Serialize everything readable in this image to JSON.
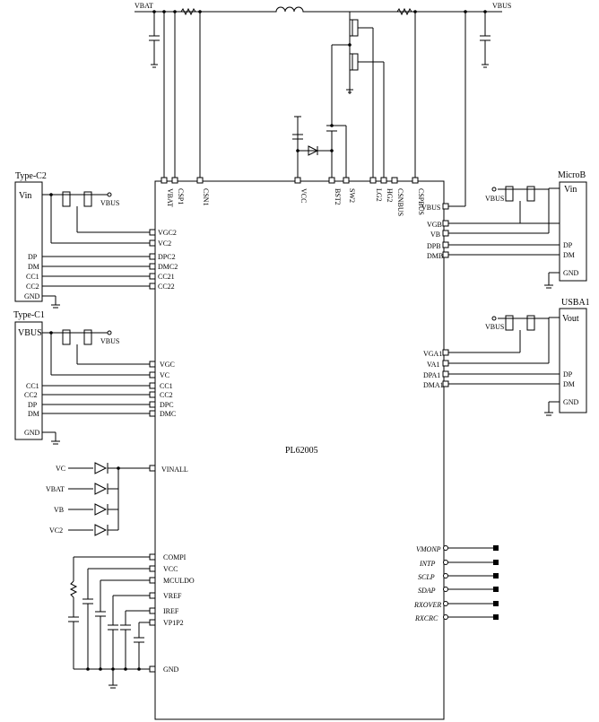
{
  "chip": {
    "name": "PL62005"
  },
  "top_labels": {
    "vbat_left": "VBAT",
    "vbus_right": "VBUS"
  },
  "top_pins": [
    "VBAT",
    "CSP1",
    "CSN1",
    "VCC",
    "BST2",
    "SW2",
    "LG2",
    "HG2",
    "CSNBUS",
    "CSPBUS"
  ],
  "right_pins_microb": [
    "VBUS",
    "VGB",
    "VB",
    "DPB",
    "DMB"
  ],
  "right_pins_usba": [
    "VGA1",
    "VA1",
    "DPA1",
    "DMA1"
  ],
  "right_pins_io": [
    "VMONP",
    "INTP",
    "SCLP",
    "SDAP",
    "RXOVER",
    "RXCRC"
  ],
  "left_pins_c2": [
    "VGC2",
    "VC2",
    "DPC2",
    "DMC2",
    "CC21",
    "CC22"
  ],
  "left_pins_c1": [
    "VGC",
    "VC",
    "CC1",
    "CC2",
    "DPC",
    "DMC"
  ],
  "left_pins_vin": [
    "VINALL"
  ],
  "left_pins_misc": [
    "COMPI",
    "VCC",
    "MCULDO",
    "VREF",
    "IREF",
    "VP1P2",
    "GND"
  ],
  "connectors": {
    "type_c2": {
      "title": "Type-C2",
      "pins": [
        "Vin",
        "DP",
        "DM",
        "CC1",
        "CC2",
        "GND"
      ],
      "switch_label": "VBUS"
    },
    "type_c1": {
      "title": "Type-C1",
      "pins": [
        "VBUS",
        "CC1",
        "CC2",
        "DP",
        "DM",
        "GND"
      ],
      "switch_label": "VBUS"
    },
    "microb": {
      "title": "MicroB",
      "pins": [
        "Vin",
        "DP",
        "DM",
        "GND"
      ],
      "switch_label": "VBUS"
    },
    "usba1": {
      "title": "USBA1",
      "pins": [
        "Vout",
        "DP",
        "DM",
        "GND"
      ],
      "switch_label": "VBUS"
    }
  },
  "diode_inputs": [
    "VC",
    "VBAT",
    "VB",
    "VC2"
  ]
}
